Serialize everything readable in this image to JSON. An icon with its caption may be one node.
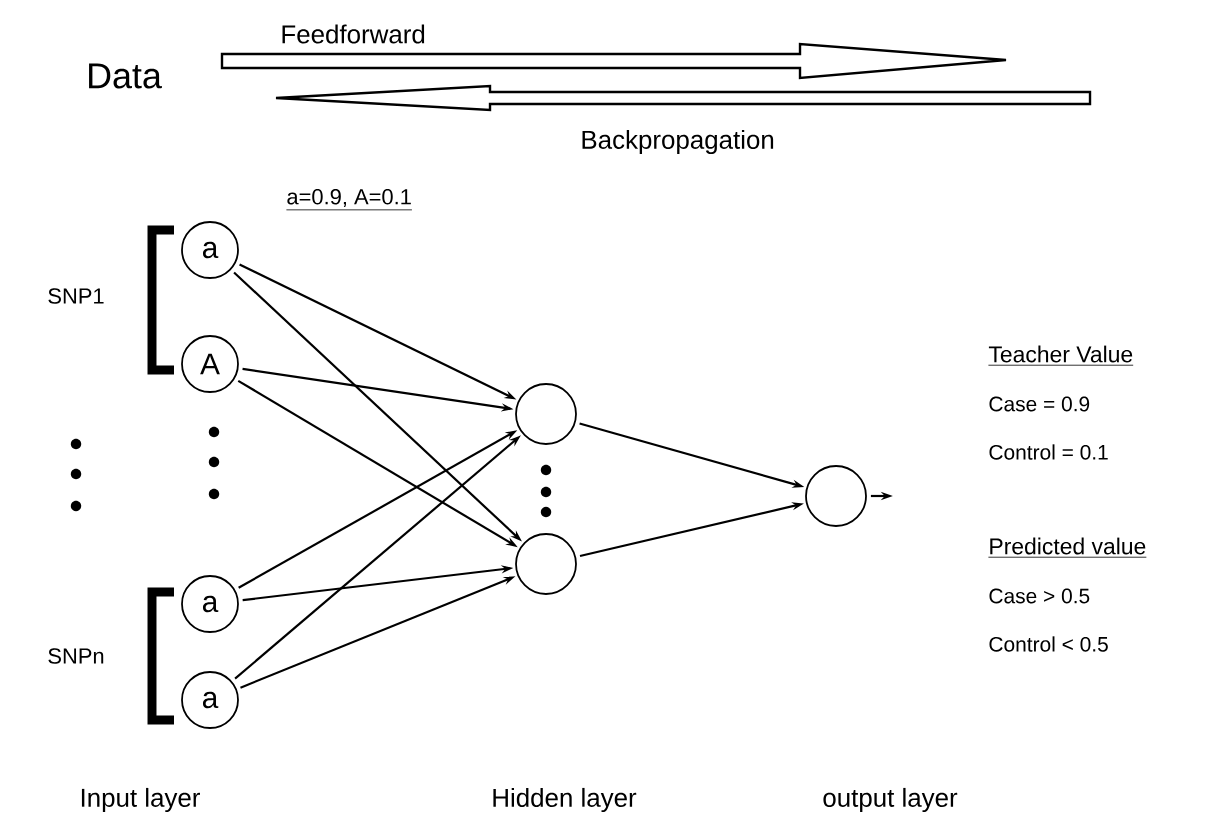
{
  "diagram": {
    "nodes": [
      {
        "text": [
          "a"
        ]
      },
      {
        "text": [
          "A"
        ]
      },
      {
        "text": [
          "a"
        ]
      },
      {
        "text": [
          "a"
        ]
      },
      {
        "text": [],
        "shape": "circle"
      },
      {
        "text": [],
        "shape": "circle"
      },
      {
        "text": [],
        "shape": "circle"
      }
    ],
    "edges": [
      {
        "from": 0,
        "to": 4,
        "arrow": "to"
      },
      {
        "from": 0,
        "to": 5,
        "arrow": "to"
      },
      {
        "from": 1,
        "to": 4,
        "arrow": "to"
      },
      {
        "from": 1,
        "to": 5,
        "arrow": "to"
      },
      {
        "from": 2,
        "to": 4,
        "arrow": "to"
      },
      {
        "from": 2,
        "to": 5,
        "arrow": "to"
      },
      {
        "from": 3,
        "to": 4,
        "arrow": "to"
      },
      {
        "from": 3,
        "to": 5,
        "arrow": "to"
      },
      {
        "from": 4,
        "to": 6,
        "arrow": "to"
      },
      {
        "from": 5,
        "to": 6,
        "arrow": "to"
      },
      {
        "from": 6,
        "to": null,
        "arrow": "to"
      }
    ],
    "labels": [
      "Feedforward",
      "Data",
      "Backpropagation",
      "a=0.9, A=0.1",
      "SNP1",
      "Teacher Value",
      "Case = 0.9",
      "Control = 0.1",
      "Predicted value",
      "Case > 0.5",
      "Control < 0.5",
      "SNPn",
      "Input layer",
      "Hidden layer",
      "output layer"
    ]
  }
}
